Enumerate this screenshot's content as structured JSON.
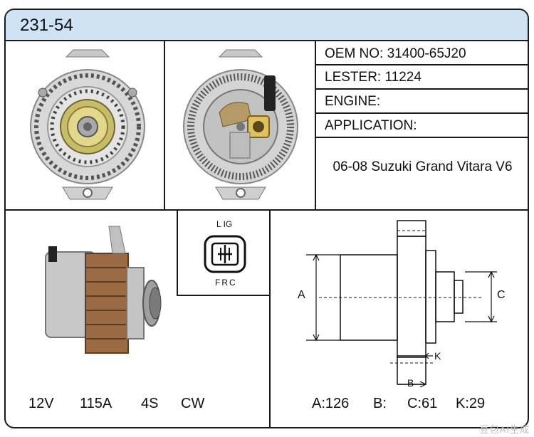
{
  "header": {
    "part_number": "231-54"
  },
  "specs": {
    "oem_no": "OEM NO: 31400-65J20",
    "lester": "LESTER: 11224",
    "engine": "ENGINE:",
    "application": "APPLICATION:",
    "application_value": "06-08 Suzuki Grand Vitara V6"
  },
  "connector": {
    "top_label": "L  IG",
    "bottom_label": "FRC"
  },
  "drawing": {
    "label_a": "A",
    "label_b": "B",
    "label_c": "C",
    "label_k": "K"
  },
  "ratings": {
    "voltage": "12V",
    "amperage": "115A",
    "pulley": "4S",
    "rotation": "CW"
  },
  "dimensions": {
    "a": "A:126",
    "b": "B:",
    "c": "C:61",
    "k": "K:29"
  },
  "watermark": "豆包AI生成",
  "colors": {
    "header_bg": "#cfe3f5",
    "border": "#1a1a1a"
  }
}
